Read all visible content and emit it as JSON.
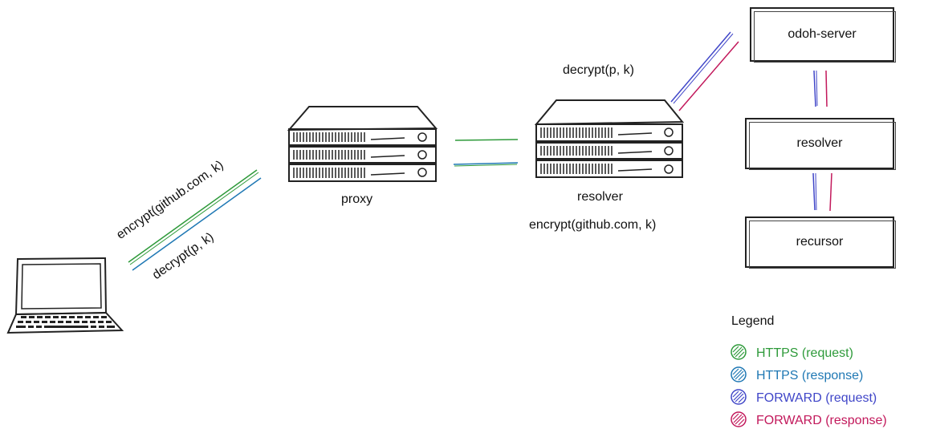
{
  "labels": {
    "encrypt_client": "encrypt(github.com, k)",
    "decrypt_client": "decrypt(p, k)",
    "proxy": "proxy",
    "resolver_server": "resolver",
    "decrypt_resolver": "decrypt(p, k)",
    "encrypt_resolver": "encrypt(github.com, k)"
  },
  "boxes": {
    "odoh_server": "odoh-server",
    "resolver": "resolver",
    "recursor": "recursor"
  },
  "legend": {
    "title": "Legend",
    "items": [
      {
        "label": "HTTPS (request)",
        "color": "#2e9a3a"
      },
      {
        "label": "HTTPS (response)",
        "color": "#1f78b4"
      },
      {
        "label": "FORWARD (request)",
        "color": "#4046c8"
      },
      {
        "label": "FORWARD (response)",
        "color": "#c2185b"
      }
    ]
  },
  "colors": {
    "https_request": "#2e9a3a",
    "https_response": "#1f78b4",
    "forward_request": "#4046c8",
    "forward_response": "#c2185b",
    "ink": "#222222"
  }
}
